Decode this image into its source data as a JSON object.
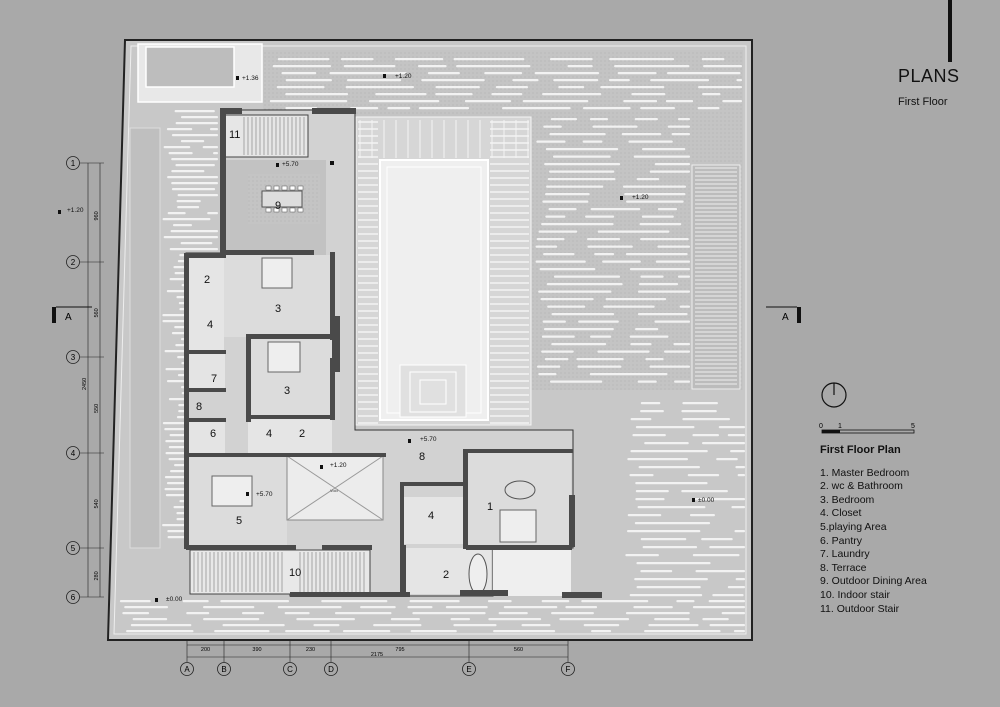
{
  "header": {
    "title": "PLANS",
    "subtitle": "First Floor"
  },
  "legend": {
    "title": "First Floor Plan",
    "items": [
      "1. Master Bedroom",
      "2. wc & Bathroom",
      "3. Bedroom",
      "4. Closet",
      "5.playing Area",
      "6. Pantry",
      "7. Laundry",
      "8. Terrace",
      "9. Outdoor Dining Area",
      "10. Indoor stair",
      "11. Outdoor Stair"
    ]
  },
  "scale_bar": {
    "labels": [
      "0",
      "1",
      "5"
    ]
  },
  "section_marker": {
    "label": "A"
  },
  "grid_rows": [
    "1",
    "2",
    "3",
    "4",
    "5",
    "6"
  ],
  "grid_cols": [
    "A",
    "B",
    "C",
    "D",
    "E",
    "F"
  ],
  "dims_vertical": [
    "960",
    "560",
    "550",
    "540",
    "280"
  ],
  "dims_vertical_total": "2450",
  "dims_horizontal": [
    "200",
    "390",
    "230",
    "795",
    "560"
  ],
  "dims_horizontal_total": "2175",
  "levels": {
    "l120": "+1.20",
    "l136": "+1.36",
    "l570": "+5.70",
    "l000": "±0.00"
  },
  "rooms": {
    "r1": "1",
    "r2": "2",
    "r3": "3",
    "r4": "4",
    "r5": "5",
    "r6": "6",
    "r7": "7",
    "r8": "8",
    "r9": "9",
    "r10": "10",
    "r11": "11"
  },
  "void_label": "Void",
  "colors": {
    "background": "#a9a9a9",
    "ink": "#111111",
    "floor": "#d0d0d0",
    "wall": "#4a4a4a"
  }
}
